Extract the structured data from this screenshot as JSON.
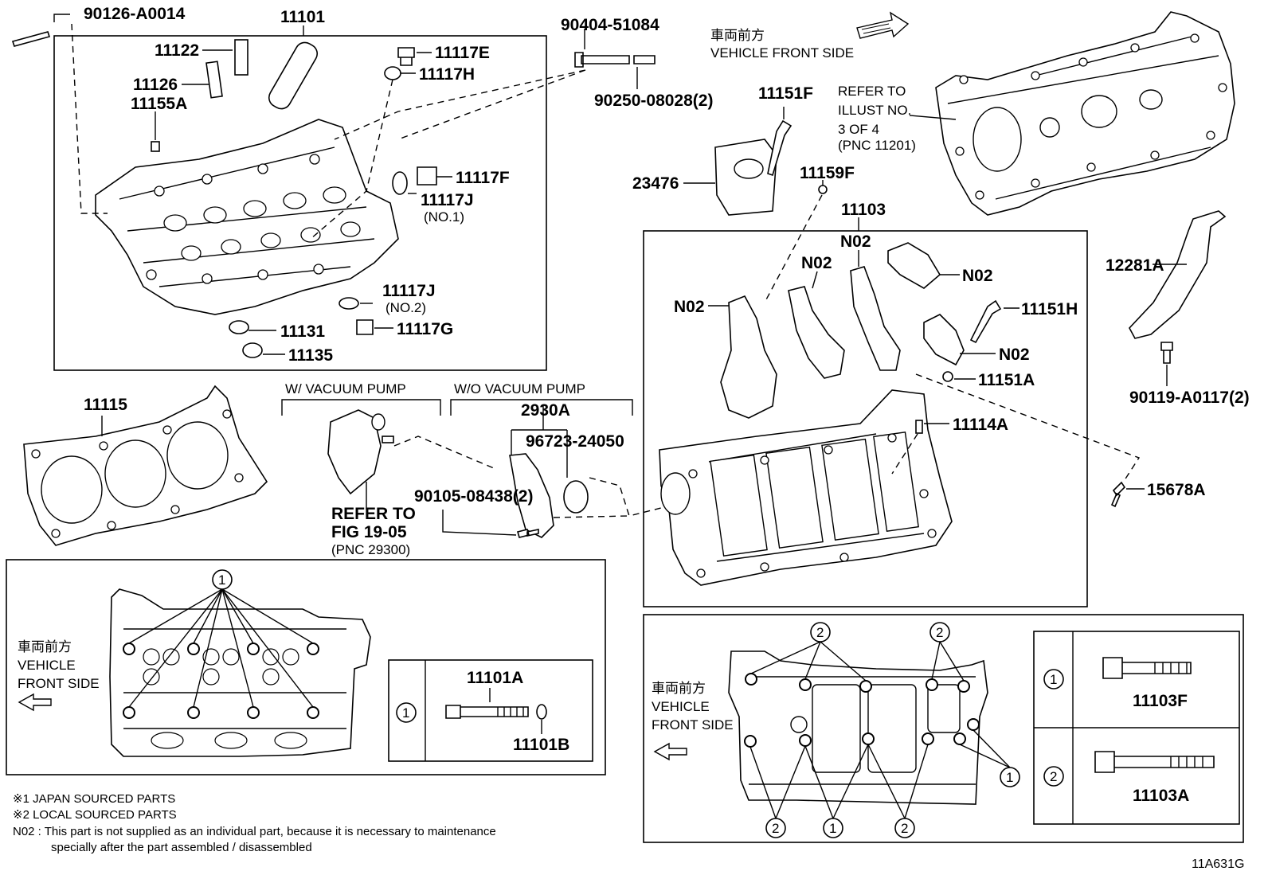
{
  "labels": {
    "p90126": "90126-A0014",
    "p11101": "11101",
    "p11122": "11122",
    "p11126": "11126",
    "p11155A": "11155A",
    "p11117E": "11117E",
    "p11117H": "11117H",
    "p11117F": "11117F",
    "p11117J1": "11117J",
    "p11117J1n": "(NO.1)",
    "p11117J2": "11117J",
    "p11117J2n": "(NO.2)",
    "p11131": "11131",
    "p11117G": "11117G",
    "p11135": "11135",
    "p90404": "90404-51084",
    "p90250": "90250-08028(2)",
    "front_jp": "車両前方",
    "front_en": "VEHICLE FRONT SIDE",
    "p11151F": "11151F",
    "refer1": "REFER TO",
    "refer2": "ILLUST NO.",
    "refer3": "3 OF 4",
    "refer4": "(PNC 11201)",
    "p23476": "23476",
    "p11159F": "11159F",
    "p11103": "11103",
    "n02": "N02",
    "p11151H": "11151H",
    "p11151A": "11151A",
    "p12281A": "12281A",
    "p90119": "90119-A0117(2)",
    "p11114A": "11114A",
    "p15678A": "15678A",
    "p11115": "11115",
    "w_vac": "W/ VACUUM PUMP",
    "wo_vac": "W/O VACUUM PUMP",
    "p2930A": "2930A",
    "p96723": "96723-24050",
    "p90105": "90105-08438(2)",
    "fig1": "REFER TO",
    "fig2": "FIG 19-05",
    "fig3": "(PNC 29300)",
    "vehicle": "VEHICLE",
    "front_side": "FRONT SIDE",
    "p11101A": "11101A",
    "p11101B": "11101B",
    "p11103F": "11103F",
    "p11103A": "11103A",
    "circ1": "1",
    "circ2": "2",
    "note1": "※1 JAPAN SOURCED PARTS",
    "note2": "※2 LOCAL SOURCED PARTS",
    "note3": "N02 : This part is not supplied as an individual part, because it is necessary to maintenance",
    "note4": "specially after the part assembled / disassembled",
    "code": "11A631G"
  }
}
